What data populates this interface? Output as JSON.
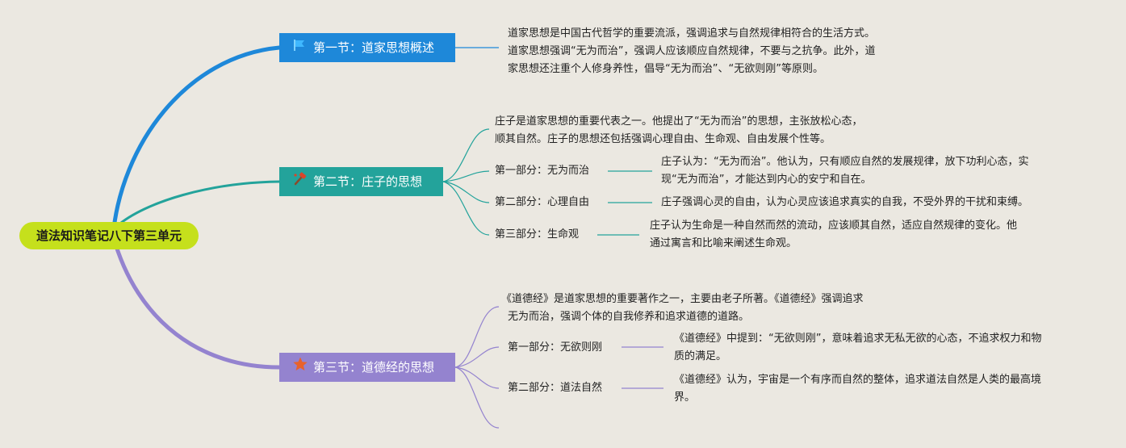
{
  "root": "道法知识笔记八下第三单元",
  "colors": {
    "background": "#ebe8e1",
    "root": "#c5e01c",
    "section1": "#1e88d9",
    "section2": "#23a39b",
    "section3": "#9483cf",
    "star": "#e8622c"
  },
  "sections": [
    {
      "title": "第一节：道家思想概述",
      "icon": "flag-icon",
      "summary": [
        "道家思想是中国古代哲学的重要流派，强调追求与自然规律相符合的生活方式。",
        "道家思想强调“无为而治”，强调人应该顺应自然规律，不要与之抗争。此外，道",
        "家思想还注重个人修身养性，倡导“无为而治”、“无欲则刚”等原则。"
      ],
      "parts": []
    },
    {
      "title": "第二节：庄子的思想",
      "icon": "hammer-icon",
      "summary": [
        "庄子是道家思想的重要代表之一。他提出了“无为而治”的思想，主张放松心态，",
        "顺其自然。庄子的思想还包括强调心理自由、生命观、自由发展个性等。"
      ],
      "parts": [
        {
          "label": "第一部分：无为而治",
          "detail": [
            "庄子认为：“无为而治”。他认为，只有顺应自然的发展规律，放下功利心态，实",
            "现“无为而治”，才能达到内心的安宁和自在。"
          ]
        },
        {
          "label": "第二部分：心理自由",
          "detail": [
            "庄子强调心灵的自由，认为心灵应该追求真实的自我，不受外界的干扰和束缚。"
          ]
        },
        {
          "label": "第三部分：生命观",
          "detail": [
            "庄子认为生命是一种自然而然的流动，应该顺其自然，适应自然规律的变化。他",
            "通过寓言和比喻来阐述生命观。"
          ]
        }
      ]
    },
    {
      "title": "第三节：道德经的思想",
      "icon": "star-icon",
      "summary": [
        "《道德经》是道家思想的重要著作之一，主要由老子所著。《道德经》强调追求",
        "无为而治，强调个体的自我修养和追求道德的道路。"
      ],
      "parts": [
        {
          "label": "第一部分：无欲则刚",
          "detail": [
            "《道德经》中提到：“无欲则刚”，意味着追求无私无欲的心态，不追求权力和物",
            "质的满足。"
          ]
        },
        {
          "label": "第二部分：道法自然",
          "detail": [
            "《道德经》认为，宇宙是一个有序而自然的整体，追求道法自然是人类的最高境",
            "界。"
          ]
        }
      ]
    }
  ]
}
